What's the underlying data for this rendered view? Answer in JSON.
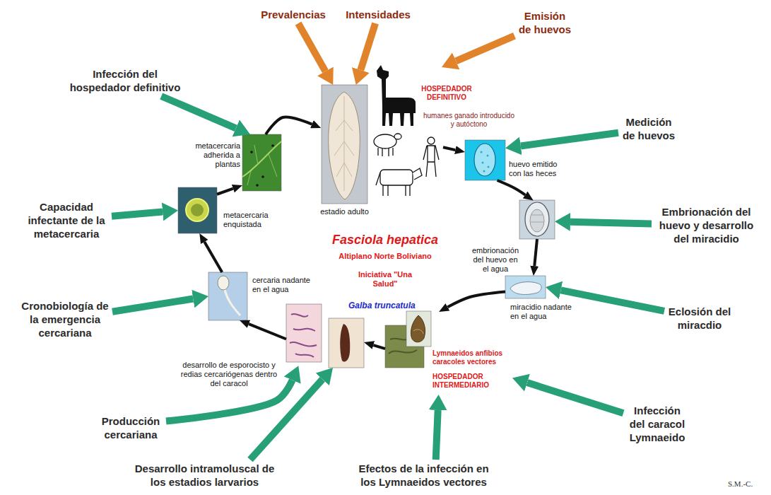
{
  "diagram": {
    "nodes": [
      {
        "text": [
          "Infección del hospedador definitivo"
        ]
      },
      {
        "text": [
          "Prevalencias"
        ]
      },
      {
        "text": [
          "Intensidades"
        ]
      },
      {
        "text": [
          "Emisión de huevos"
        ]
      },
      {
        "text": [
          "metacercaria adherida a plantas"
        ]
      },
      {
        "text": [
          "estadio adulto"
        ]
      },
      {
        "text": [
          "HOSPEDADOR DEFINITIVO",
          "humanes ganado introducido y autóctono"
        ]
      },
      {
        "text": [
          "Medición de huevos"
        ]
      },
      {
        "text": [
          "huevo emitido con las heces"
        ]
      },
      {
        "text": [
          "Capacidad infectante de la metacercaria"
        ]
      },
      {
        "text": [
          "metacercaria enquistada"
        ]
      },
      {
        "text": [
          "embrionación del huevo en el agua"
        ]
      },
      {
        "text": [
          "Embrionación del huevo y desarrollo del miracidio"
        ]
      },
      {
        "text": [
          "cercaria nadante en el agua"
        ]
      },
      {
        "text": [
          "Cronobiología de la emergencia cercariana"
        ]
      },
      {
        "text": [
          "miracidio nadante en el agua"
        ]
      },
      {
        "text": [
          "Eclosión del miracdio"
        ]
      },
      {
        "text": [
          "desarrollo de esporocisto y redias cercariógenas dentro del caracol"
        ]
      },
      {
        "text": [
          "Galba truncatula",
          "Lymnaeidos anfibios caracoles vectores",
          "HOSPEDADOR INTERMEDIARIO"
        ]
      },
      {
        "text": [
          "Producción cercariana"
        ]
      },
      {
        "text": [
          "Infección del caracol Lymnaeido"
        ]
      },
      {
        "text": [
          "Desarrollo intramoluscal de los estadios larvarios"
        ]
      },
      {
        "text": [
          "Efectos de la infección en los Lymnaeidos vectores"
        ]
      }
    ],
    "edges": [
      {
        "from": 4,
        "to": 5,
        "arrow": "to"
      },
      {
        "from": 6,
        "to": 8,
        "arrow": "to"
      },
      {
        "from": 8,
        "to": 11,
        "arrow": "to"
      },
      {
        "from": 11,
        "to": 15,
        "arrow": "to"
      },
      {
        "from": 15,
        "to": 18,
        "arrow": "to"
      },
      {
        "from": 18,
        "to": 17,
        "arrow": "to"
      },
      {
        "from": 17,
        "to": 13,
        "arrow": "to"
      },
      {
        "from": 13,
        "to": 10,
        "arrow": "to"
      },
      {
        "from": 10,
        "to": 4,
        "arrow": "to"
      },
      {
        "from": 0,
        "to": 4,
        "arrow": "to"
      },
      {
        "from": 1,
        "to": 5,
        "arrow": "to"
      },
      {
        "from": 2,
        "to": 5,
        "arrow": "to"
      },
      {
        "from": 3,
        "to": 6,
        "arrow": "to"
      },
      {
        "from": 7,
        "to": 8,
        "arrow": "to"
      },
      {
        "from": 9,
        "to": 10,
        "arrow": "to"
      },
      {
        "from": 12,
        "to": 11,
        "arrow": "to"
      },
      {
        "from": 14,
        "to": 13,
        "arrow": "to"
      },
      {
        "from": 16,
        "to": 15,
        "arrow": "to"
      },
      {
        "from": 19,
        "to": 17,
        "arrow": "to"
      },
      {
        "from": 20,
        "to": 18,
        "arrow": "to"
      },
      {
        "from": 21,
        "to": 17,
        "arrow": "to"
      },
      {
        "from": 22,
        "to": 18,
        "arrow": "to"
      }
    ],
    "labels": [
      "Fasciola hepatica",
      "Altiplano Norte Boliviano",
      "Iniciativa \"Una Salud\"",
      "S.M.-C."
    ]
  }
}
